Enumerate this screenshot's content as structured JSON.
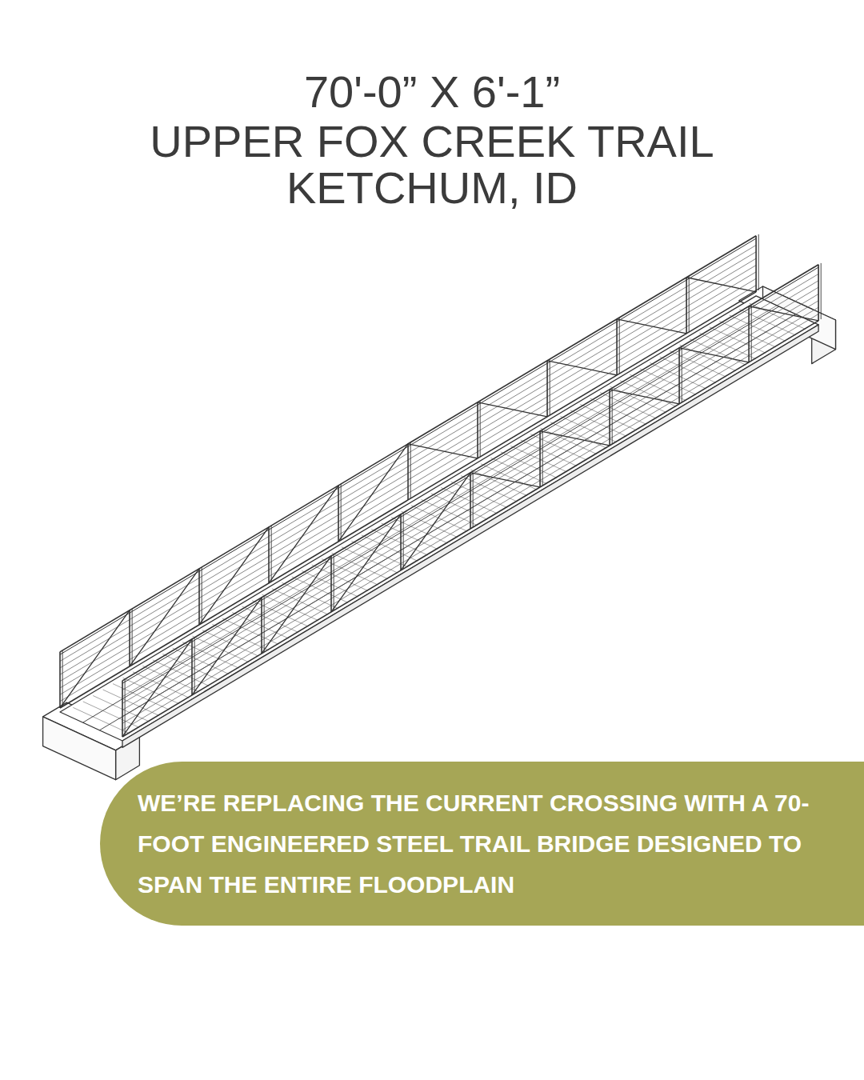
{
  "diagram": {
    "title": "UPPER FOX CREEK TRAIL KETCHUM, ID",
    "nodes": [
      {
        "text": [
          "WE’RE REPLACING THE CURRENT CROSSING WITH A 70-FOOT ENGINEERED STEEL TRAIL BRIDGE DESIGNED TO SPAN THE ENTIRE FLOODPLAIN"
        ]
      }
    ],
    "labels": [
      "70'-0” X 6'-1”"
    ]
  }
}
